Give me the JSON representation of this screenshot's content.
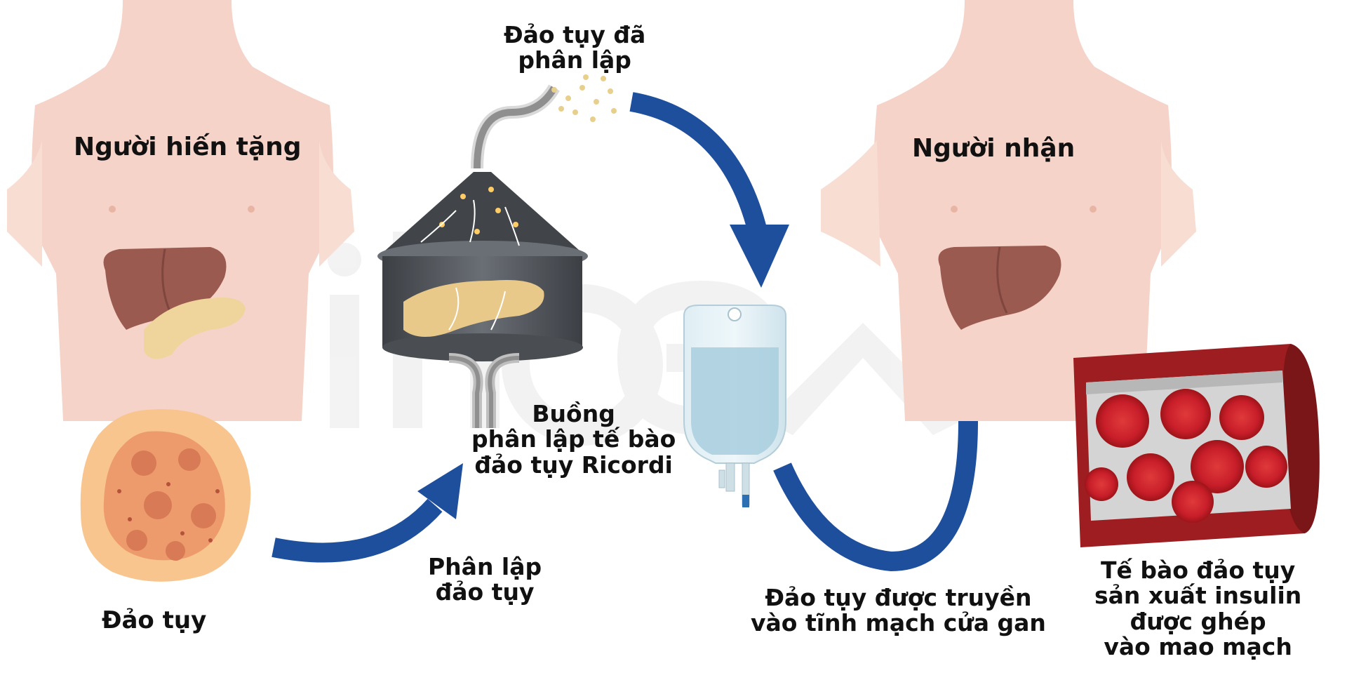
{
  "labels": {
    "donor": "Người hiến tặng",
    "recipient": "Người nhận",
    "isolated_islets": [
      "Đảo tụy đã",
      "phân lập"
    ],
    "ricordi_chamber": [
      "Buồng",
      "phân lập tế bào",
      "đảo tụy Ricordi"
    ],
    "isolate_step": [
      "Phân lập",
      "đảo tụy"
    ],
    "pancreatic_islet": "Đảo tụy",
    "infusion_step": [
      "Đảo tụy được truyền",
      "vào tĩnh mạch cửa gan"
    ],
    "engrafted_cells": [
      "Tế bào đảo tụy",
      "sản xuất insulin",
      "được ghép",
      "vào mao mạch"
    ]
  },
  "watermark": "ihope",
  "colors": {
    "skin": "#f6d3c8",
    "liver": "#9b5a50",
    "pancreas": "#efd49b",
    "arrow": "#1e4f9c",
    "chamber": "#555a60",
    "iv_bag": "#c9dfe8",
    "vessel_wall": "#9e1d21",
    "islet_cell": "#c81e2a"
  }
}
